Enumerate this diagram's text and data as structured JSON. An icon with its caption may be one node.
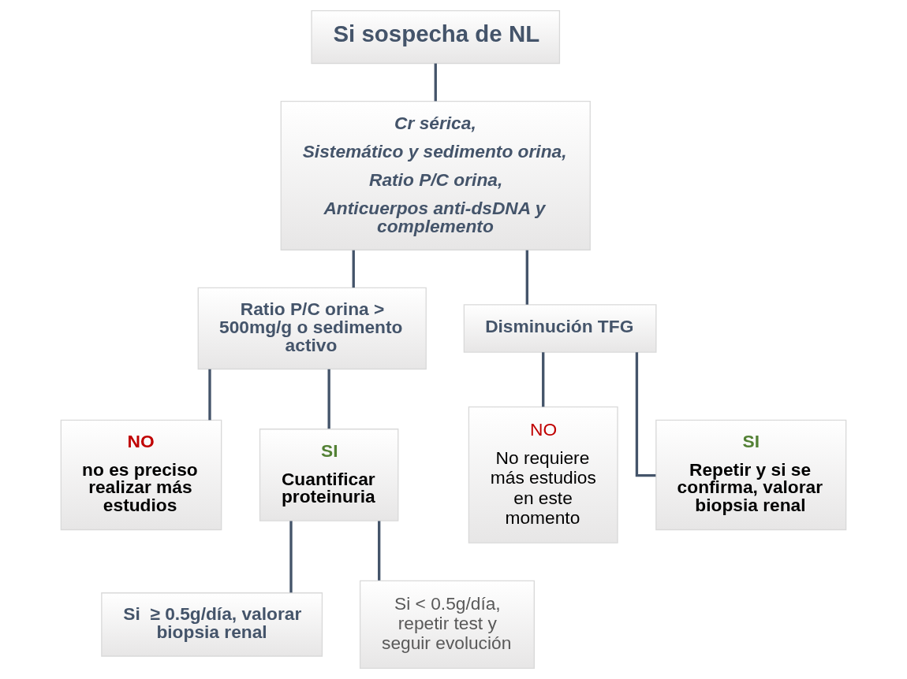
{
  "diagram": {
    "nodes": [
      {
        "text": [
          "Si sospecha de NL"
        ]
      },
      {
        "text": [
          "Cr sérica,",
          "Sistemático y sedimento orina,",
          "Ratio P/C orina,",
          "Anticuerpos anti-dsDNA y complemento"
        ]
      },
      {
        "text": [
          "Ratio P/C orina > 500mg/g o sedimento activo"
        ]
      },
      {
        "text": [
          "Disminución TFG"
        ]
      },
      {
        "text": [
          "NO",
          "no es preciso realizar más estudios"
        ]
      },
      {
        "text": [
          "SI",
          "Cuantificar proteinuria"
        ]
      },
      {
        "text": [
          "Si  ≥ 0.5g/día, valorar biopsia renal"
        ]
      },
      {
        "text": [
          "Si < 0.5g/día, repetir test y seguir evolución"
        ]
      },
      {
        "text": [
          "NO",
          "No requiere más estudios en este momento"
        ]
      },
      {
        "text": [
          "SI",
          "Repetir y si se confirma, valorar biopsia renal"
        ]
      }
    ],
    "edges": [
      {
        "from": 0,
        "to": 1,
        "arrow": "none"
      },
      {
        "from": 1,
        "to": 2,
        "arrow": "none"
      },
      {
        "from": 1,
        "to": 3,
        "arrow": "none"
      },
      {
        "from": 2,
        "to": 4,
        "arrow": "none"
      },
      {
        "from": 2,
        "to": 5,
        "arrow": "none"
      },
      {
        "from": 5,
        "to": 6,
        "arrow": "none"
      },
      {
        "from": 5,
        "to": 7,
        "arrow": "none"
      },
      {
        "from": 3,
        "to": 8,
        "arrow": "none"
      },
      {
        "from": 3,
        "to": 9,
        "arrow": "none"
      }
    ]
  }
}
